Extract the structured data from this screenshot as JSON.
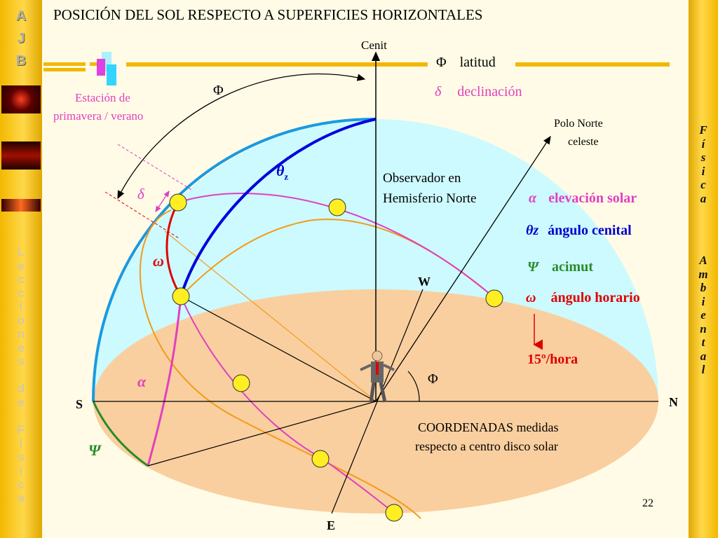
{
  "sidebar": {
    "initials": [
      "A",
      "J",
      "B"
    ],
    "series_text": "Lecciones de Física",
    "right_text": [
      "Física",
      "Ambiental"
    ]
  },
  "slide": {
    "title": "POSICIÓN DEL SOL RESPECTO A SUPERFICIES HORIZONTALES",
    "page_number": "22"
  },
  "diagram": {
    "zenith_label": "Cenit",
    "season_label_line1": "Estación de",
    "season_label_line2": "primavera / verano",
    "north_pole_line1": "Polo Norte",
    "north_pole_line2": "celeste",
    "observer_line1": "Observador en",
    "observer_line2": "Hemisferio Norte",
    "coords_line1": "COORDENADAS medidas",
    "coords_line2": "respecto a centro disco solar",
    "hour_rate": "15º/hora",
    "points": {
      "S": "S",
      "N": "N",
      "E": "E",
      "W": "W"
    },
    "symbols": {
      "phi": "Φ",
      "delta": "δ",
      "theta": "θ",
      "theta_sub": "z",
      "omega": "ω",
      "alpha": "α",
      "psi": "Ψ"
    }
  },
  "legend": [
    {
      "symbol": "Φ",
      "label": "latitud",
      "color": "#000000"
    },
    {
      "symbol": "δ",
      "label": "declinación",
      "color": "#e040c0"
    },
    {
      "symbol": "α",
      "label": "elevación solar",
      "color": "#e040c0"
    },
    {
      "symbol": "θz",
      "label": "ángulo cenital",
      "color": "#0000cc"
    },
    {
      "symbol": "Ψ",
      "label": "acimut",
      "color": "#2a8a2a"
    },
    {
      "symbol": "ω",
      "label": "ángulo horario",
      "color": "#e00000"
    }
  ],
  "colors": {
    "sky": "#ccfaff",
    "ground": "#f9cf9f",
    "meridian": "#1a9ae0",
    "theta_arc": "#0000dd",
    "sun_path": "#e040c0",
    "equator_path": "#f59a1a",
    "sun": "#ffee22",
    "bar_gold": "#f2b800"
  }
}
